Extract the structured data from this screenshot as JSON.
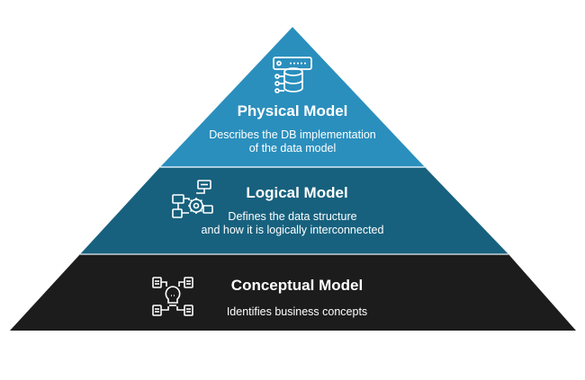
{
  "tiers": [
    {
      "title": "Physical Model",
      "description_lines": [
        "Describes the  DB implementation",
        "of the data model"
      ],
      "icon": "database-server-icon",
      "color": "#2a8fbd"
    },
    {
      "title": "Logical Model",
      "description_lines": [
        "Defines the data structure",
        "and how it is logically interconnected"
      ],
      "icon": "flowchart-gear-icon",
      "color": "#17617e"
    },
    {
      "title": "Conceptual Model",
      "description_lines": [
        "Identifies business concepts"
      ],
      "icon": "lightbulb-network-icon",
      "color": "#1c1c1c"
    }
  ]
}
